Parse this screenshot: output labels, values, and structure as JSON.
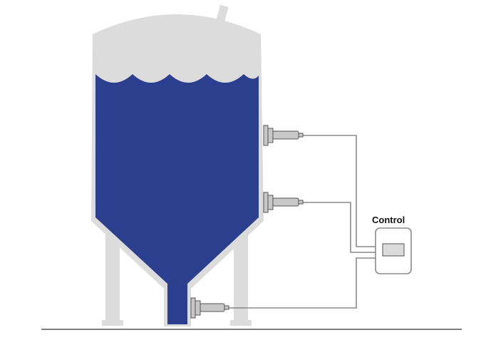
{
  "control": {
    "label": "Control"
  },
  "colors": {
    "tank_gray": "#dcdcdc",
    "liquid_blue": "#2b3f8e",
    "pipe_gray": "#8a8a8a",
    "ground_line": "#333333"
  },
  "sensors": [
    {
      "position": "upper-wall"
    },
    {
      "position": "middle-wall"
    },
    {
      "position": "bottom-outlet"
    }
  ]
}
